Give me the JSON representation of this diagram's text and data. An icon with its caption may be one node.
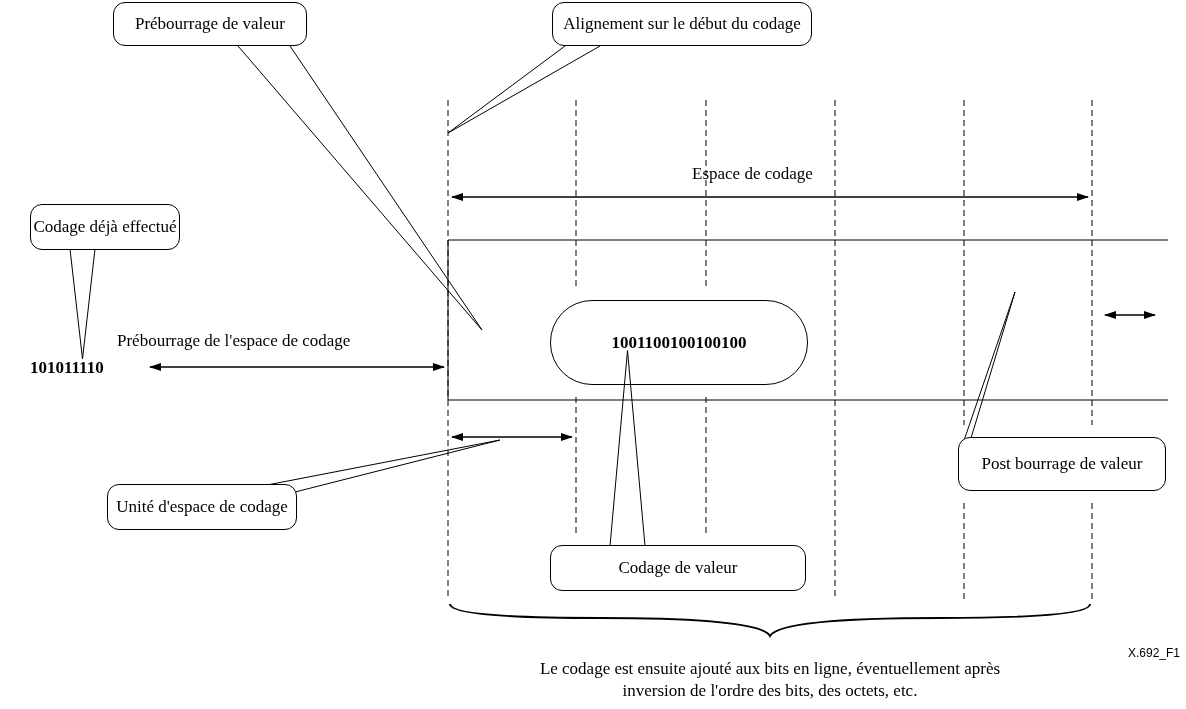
{
  "diagram": {
    "caption": "Le codage est ensuite ajouté aux bits en ligne, éventuellement après inversion de l'ordre des bits, des octets, etc.",
    "nodes": [
      {
        "text": [
          "Prébourrage de valeur"
        ]
      },
      {
        "text": [
          "Alignement sur le début du codage"
        ]
      },
      {
        "text": [
          "Codage déjà effectué"
        ]
      },
      {
        "text": [
          "101011110"
        ]
      },
      {
        "text": [
          "1001100100100100"
        ]
      },
      {
        "text": [
          "Post bourrage de valeur"
        ]
      },
      {
        "text": [
          "Unité d'espace de codage"
        ]
      },
      {
        "text": [
          "Codage de valeur"
        ]
      }
    ],
    "edges": [
      {
        "from": 0,
        "to": null,
        "arrow": "none"
      },
      {
        "from": 1,
        "to": null,
        "arrow": "none"
      },
      {
        "from": 2,
        "to": 3,
        "arrow": "none"
      },
      {
        "from": 5,
        "to": null,
        "arrow": "none"
      },
      {
        "from": 6,
        "to": null,
        "arrow": "none"
      },
      {
        "from": 7,
        "to": 4,
        "arrow": "none"
      }
    ],
    "labels": [
      "Espace de codage",
      "Prébourrage de l'espace de codage",
      "X.692_F1"
    ]
  }
}
